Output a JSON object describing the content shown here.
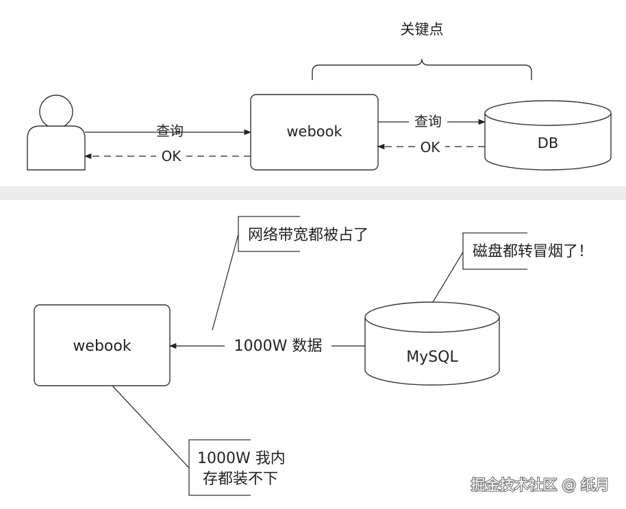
{
  "top_diagram": {
    "key_point_label": "关键点",
    "left_query_label": "查询",
    "left_ok_label": "OK",
    "webook_label": "webook",
    "right_query_label": "查询",
    "right_ok_label": "OK",
    "db_label": "DB"
  },
  "bottom_diagram": {
    "webook_label": "webook",
    "mysql_label": "MySQL",
    "transfer_label": "1000W 数据",
    "bandwidth_note": "网络带宽都被占了",
    "disk_note": "磁盘都转冒烟了！",
    "memory_note_line1": "1000W 我内",
    "memory_note_line2": "存都装不下"
  },
  "watermark": "掘金技术社区 @ 纸月"
}
